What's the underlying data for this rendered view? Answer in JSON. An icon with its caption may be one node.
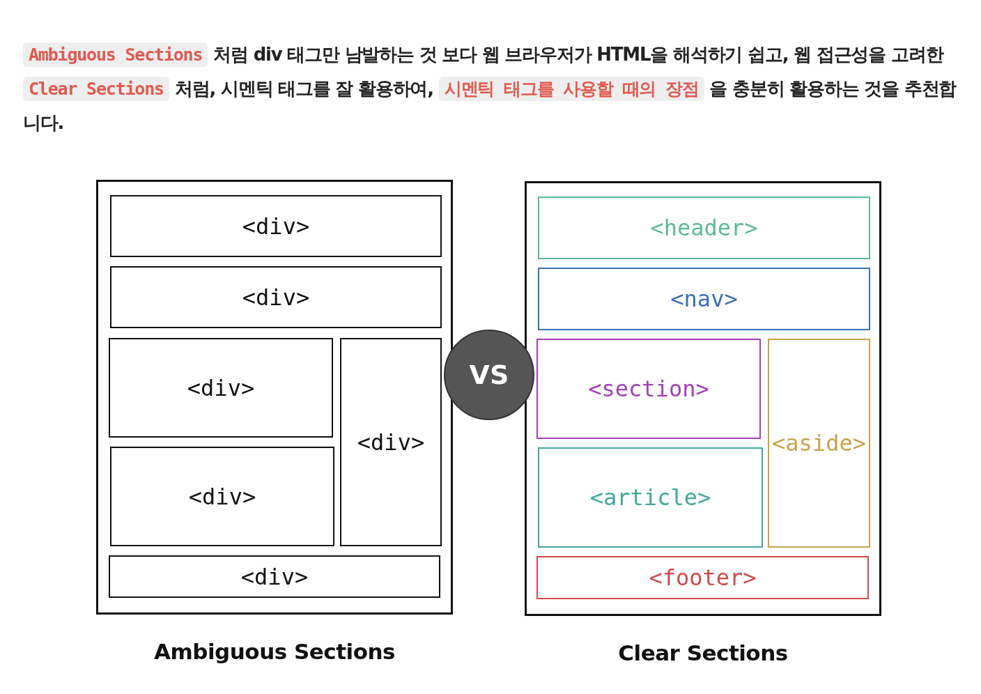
{
  "diagram": {
    "nodes": [
      {
        "text": [
          "Ambiguous Sections"
        ]
      },
      {
        "text": [
          "<div>"
        ],
        "in": 0
      },
      {
        "text": [
          "<div>"
        ],
        "in": 0
      },
      {
        "text": [
          "<div>"
        ],
        "in": 0
      },
      {
        "text": [
          "<div>"
        ],
        "in": 0
      },
      {
        "text": [
          "<div>"
        ],
        "in": 0
      },
      {
        "text": [
          "<div>"
        ],
        "in": 0
      },
      {
        "text": [
          "VS"
        ]
      },
      {
        "text": [
          "Clear Sections"
        ]
      },
      {
        "text": [
          "<header>"
        ],
        "in": 8
      },
      {
        "text": [
          "<nav>"
        ],
        "in": 8
      },
      {
        "text": [
          "<section>"
        ],
        "in": 8
      },
      {
        "text": [
          "<aside>"
        ],
        "in": 8
      },
      {
        "text": [
          "<article>"
        ],
        "in": 8
      },
      {
        "text": [
          "<footer>"
        ],
        "in": 8
      }
    ],
    "labels": [
      "Ambiguous Sections",
      "처럼 div 태그만 남발하는 것 보다 웹 브라우저가 HTML을 해석하기 쉽고, 웹 접근성을 고려한",
      "Clear Sections",
      "처럼, 시멘틱 태그를 잘 활용하여,",
      "시멘틱 태그를 사용할 때의 장점",
      "을 충분히 활용하는 것을 추천합니다."
    ]
  }
}
